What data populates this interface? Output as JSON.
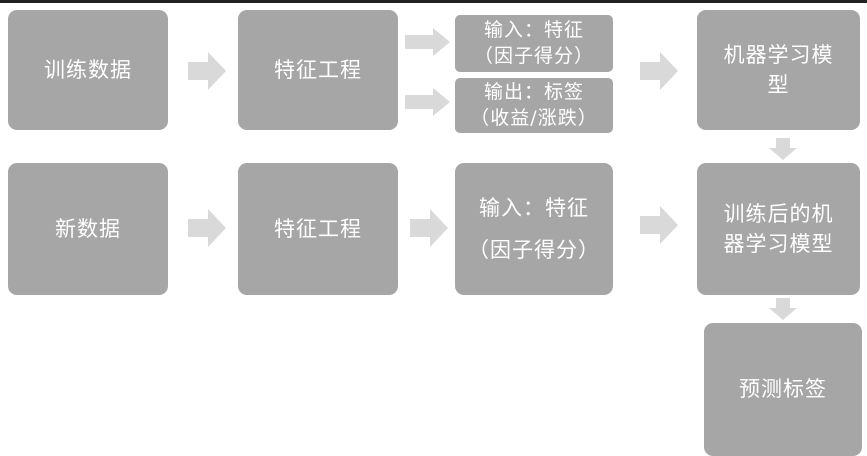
{
  "colors": {
    "box": "#a6a6a6",
    "arrow": "#d9d9d9",
    "text": "#ffffff"
  },
  "row1": {
    "train_data": "训练数据",
    "feature_eng": "特征工程",
    "input_line1": "输入：特征",
    "input_line2": "（因子得分）",
    "output_line1": "输出：标签",
    "output_line2": "（收益/涨跌）",
    "model_line1": "机器学习模",
    "model_line2": "型"
  },
  "row2": {
    "new_data": "新数据",
    "feature_eng": "特征工程",
    "input_line1": "输入：特征",
    "input_line2": "（因子得分）",
    "trained_line1": "训练后的机",
    "trained_line2": "器学习模型"
  },
  "predict": "预测标签"
}
